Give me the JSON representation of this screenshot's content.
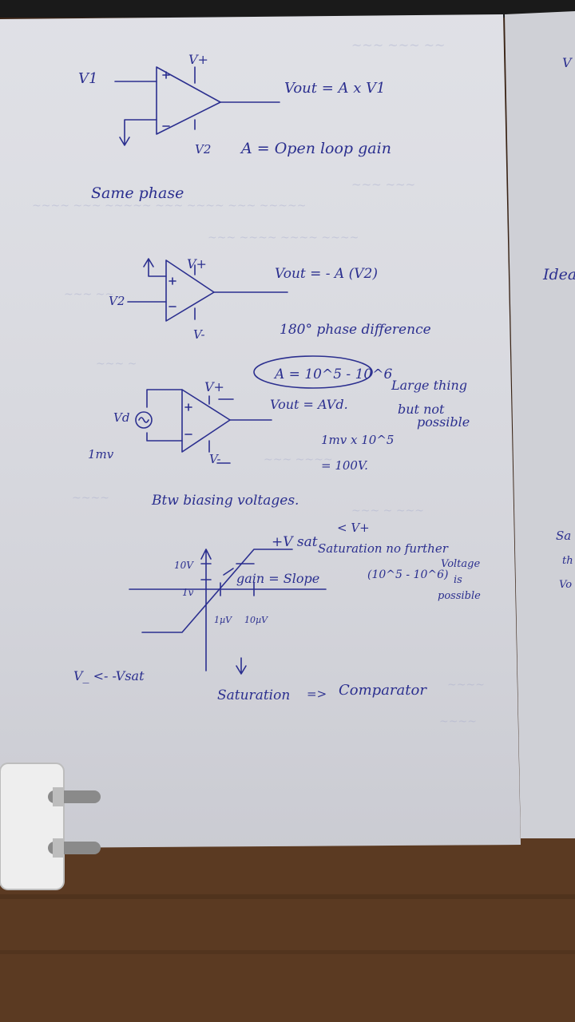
{
  "notes": {
    "formula_top": "Vout = A x V1",
    "label_v1": "V1",
    "label_vplus_top": "V+",
    "label_v2_top": "V2",
    "open_loop": "A = Open loop gain",
    "same_phase": "Same phase",
    "label_vplus_mid": "V+",
    "label_v2_mid": "V2",
    "label_vminus_mid": "V-",
    "formula_mid": "Vout = - A (V2)",
    "phase_diff": "180° phase difference",
    "gain_range": "A = 10^5 - 10^6",
    "large_thing": "Large thing",
    "but_not": "but not",
    "possible": "possible",
    "label_vplus_low": "V+",
    "label_vminus_low": "V-",
    "label_vd": "Vd",
    "formula_low": "Vout = AVd.",
    "label_1mv": "1mv",
    "calc_line1": "1mv x 10^5",
    "calc_line2": "= 100V.",
    "biasing": "Btw biasing voltages.",
    "less_vplus": "< V+",
    "vsat_pos": "+V sat",
    "saturation_note": "Saturation no further",
    "voltage": "Voltage",
    "is": "is",
    "possible2": "possible",
    "tick_10v": "10V",
    "tick_1v": "1v",
    "tick_1uv": "1µV",
    "tick_10uv": "10µV",
    "gain_slope": "gain = Slope",
    "gain_val": "(10^5 - 10^6)",
    "vsat_neg": "V_ <- -Vsat",
    "saturation_bottom": "Saturation",
    "arrow_implies": "=>",
    "comparator": "Comparator",
    "right_page_1": "V",
    "right_page_ideal": "Idea",
    "right_page_sa": "Sa",
    "right_page_th": "th",
    "right_page_vo": "Vo"
  }
}
